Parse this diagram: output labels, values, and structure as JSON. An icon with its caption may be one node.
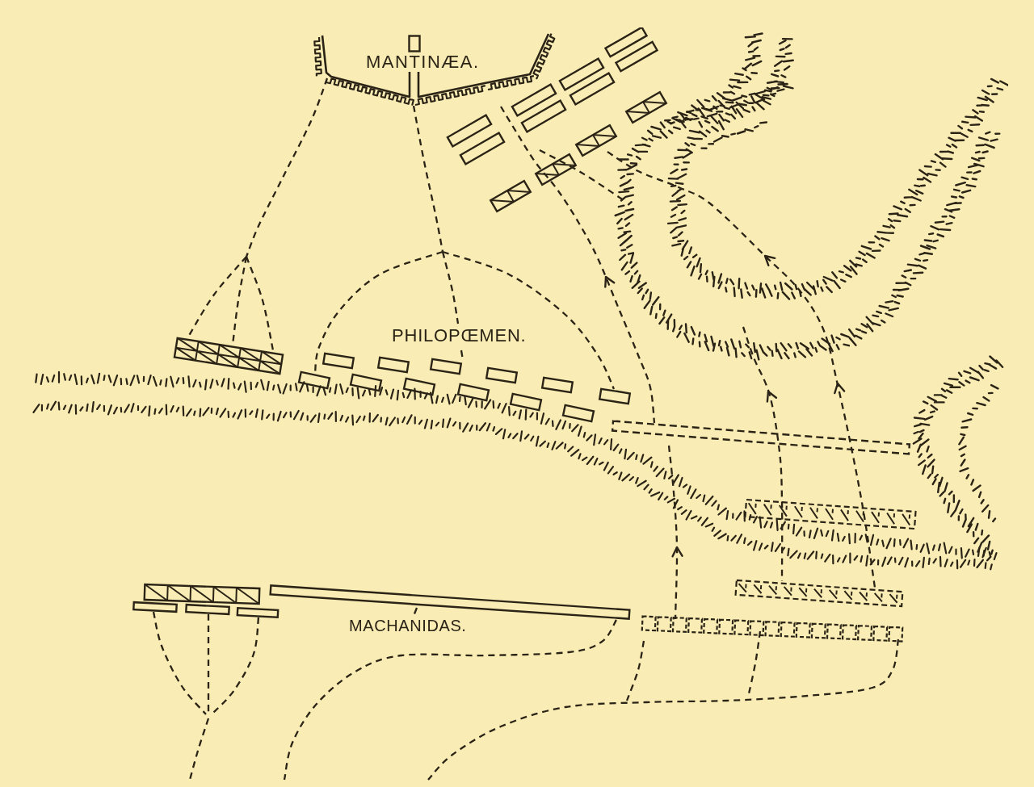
{
  "diagram": {
    "labels": [
      "MANTINÆA.",
      "PHILOPŒMEN.",
      "MACHANIDAS."
    ]
  }
}
